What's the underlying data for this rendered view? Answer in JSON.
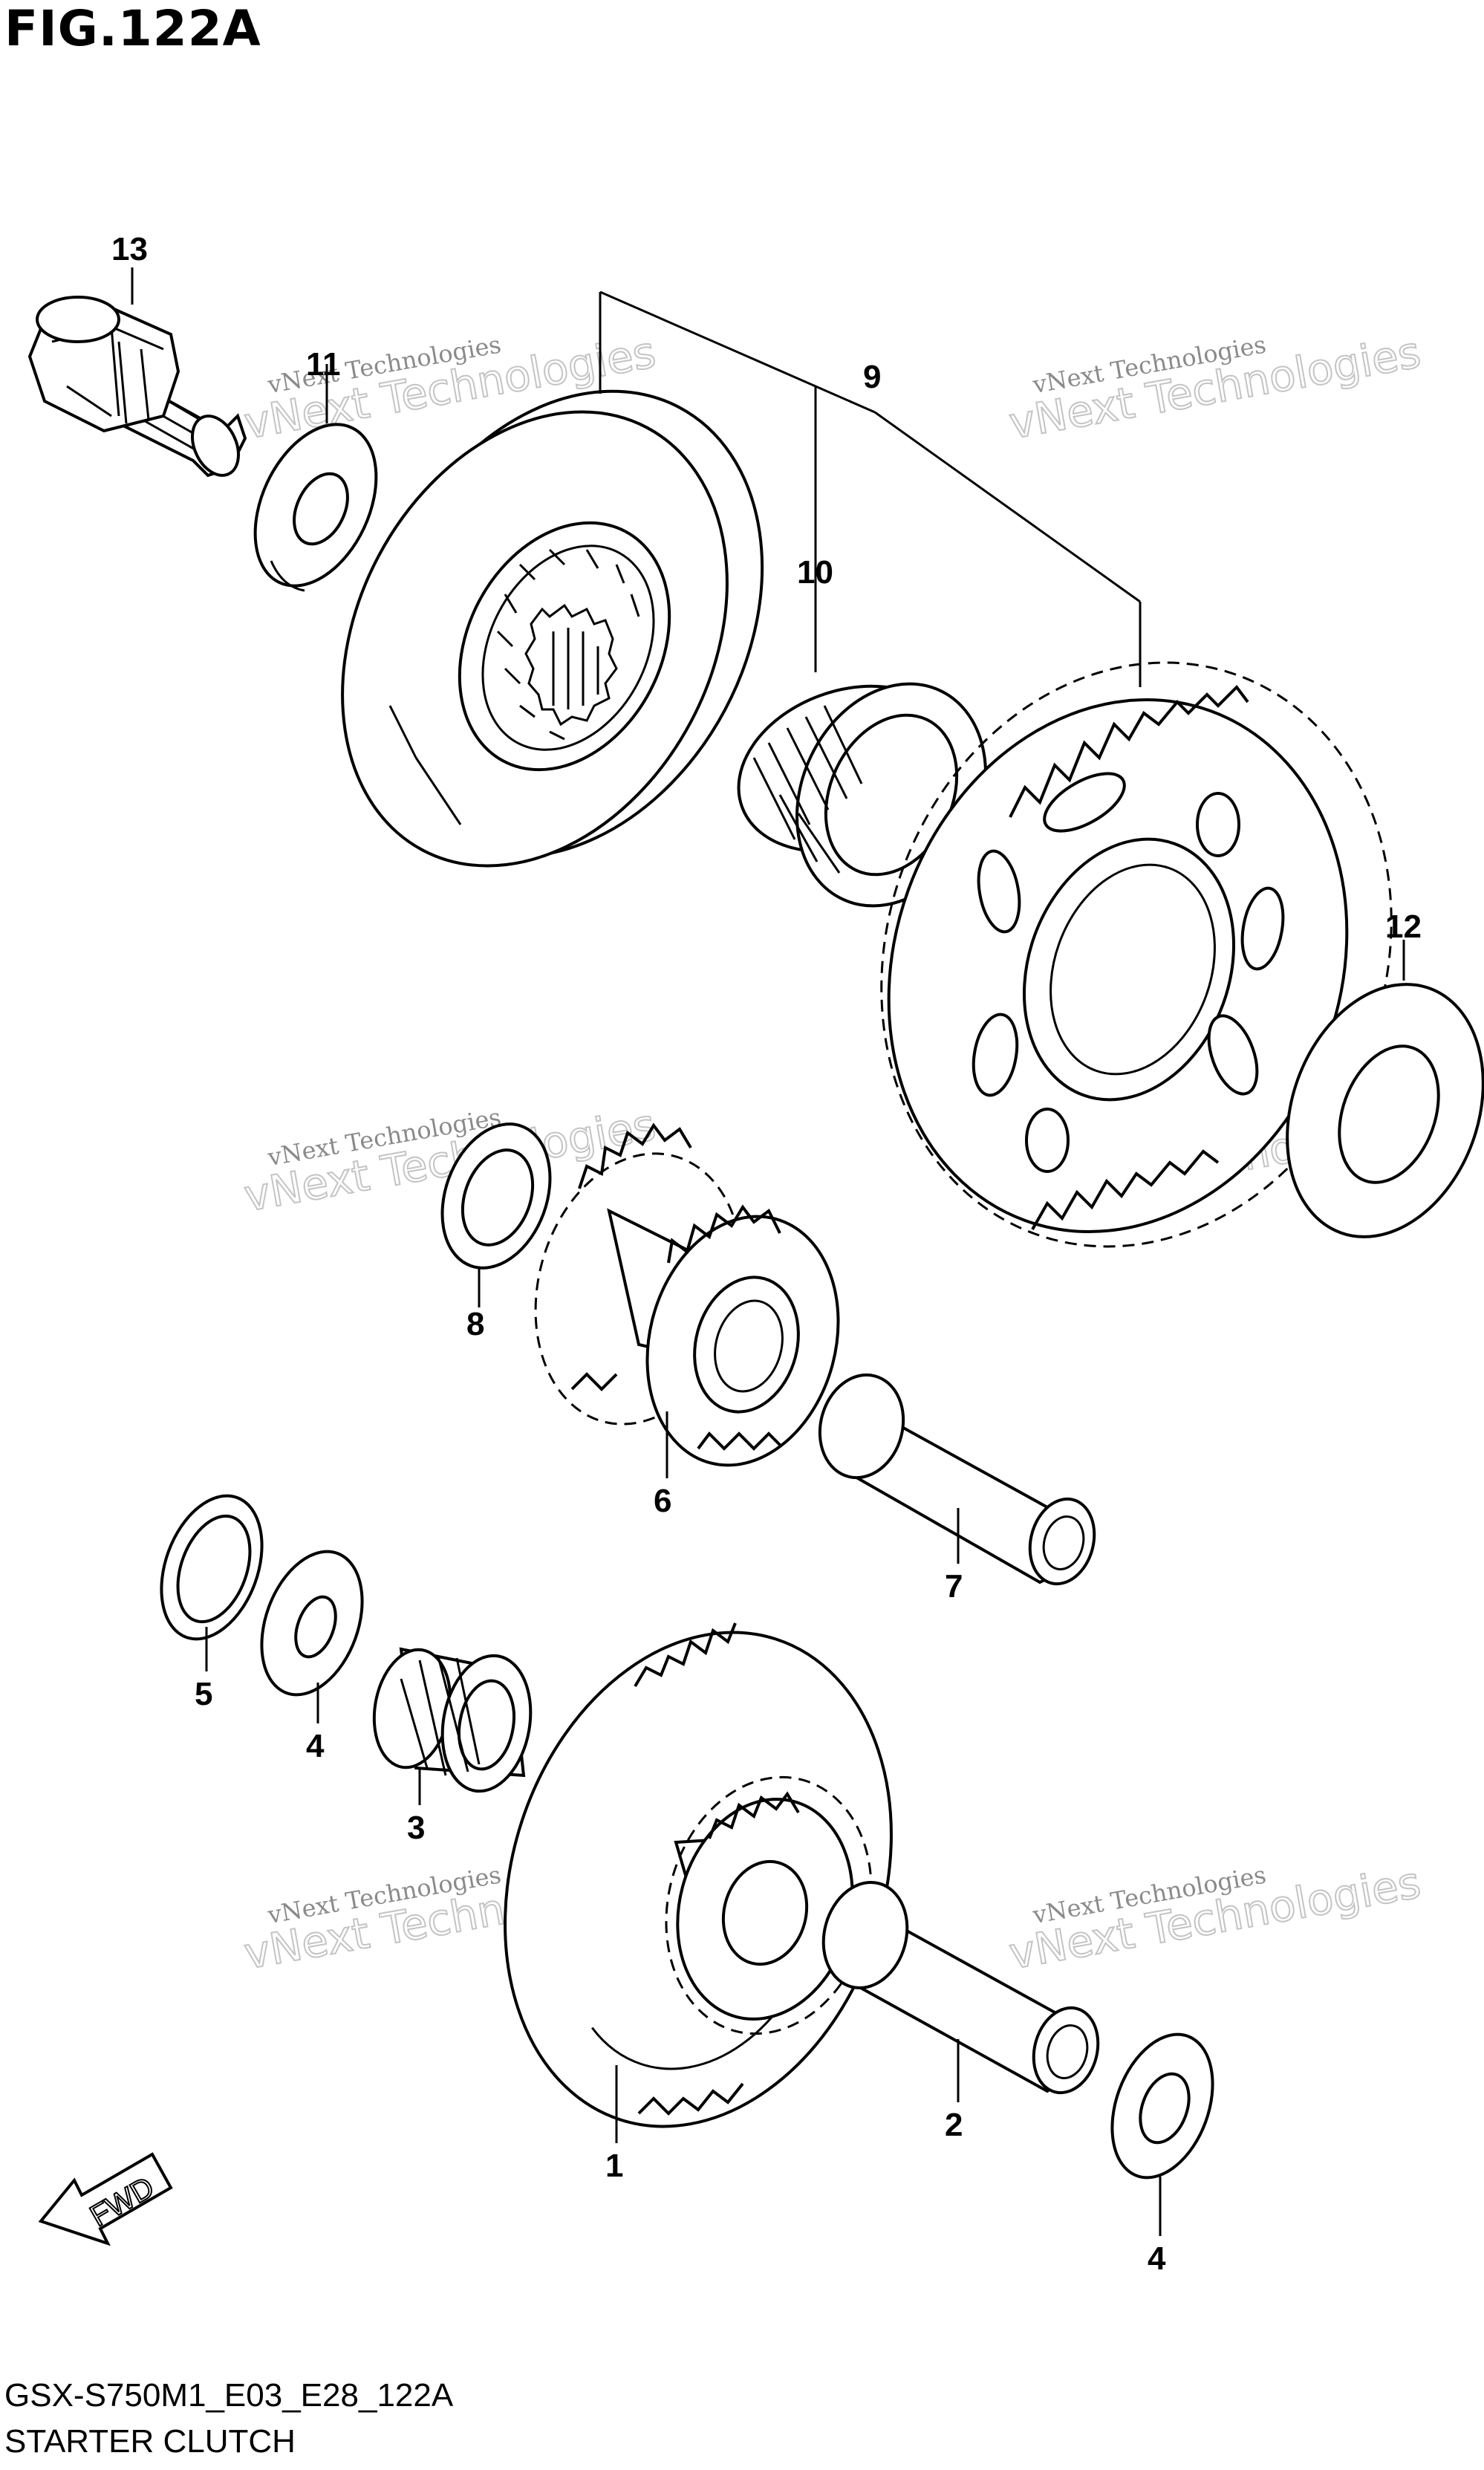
{
  "figure": {
    "title": "FIG.122A",
    "model_code": "GSX-S750M1_E03_E28_122A",
    "section_name": "STARTER CLUTCH"
  },
  "watermark": {
    "line1": "vNext Technologies",
    "line2": "vNext Technologies"
  },
  "direction_label": "FWD",
  "callouts": [
    {
      "id": "c1",
      "label": "1"
    },
    {
      "id": "c2",
      "label": "2"
    },
    {
      "id": "c3",
      "label": "3"
    },
    {
      "id": "c4a",
      "label": "4"
    },
    {
      "id": "c4b",
      "label": "4"
    },
    {
      "id": "c5",
      "label": "5"
    },
    {
      "id": "c6",
      "label": "6"
    },
    {
      "id": "c7",
      "label": "7"
    },
    {
      "id": "c8",
      "label": "8"
    },
    {
      "id": "c9",
      "label": "9"
    },
    {
      "id": "c10",
      "label": "10"
    },
    {
      "id": "c11",
      "label": "11"
    },
    {
      "id": "c12",
      "label": "12"
    },
    {
      "id": "c13",
      "label": "13"
    }
  ]
}
